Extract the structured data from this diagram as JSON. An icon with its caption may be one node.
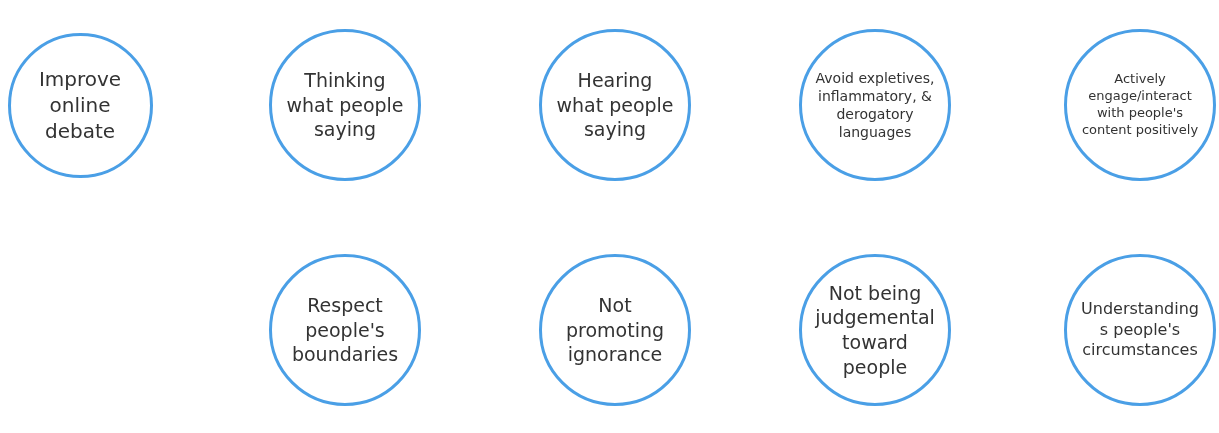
{
  "diagram": {
    "nodes": [
      {
        "text": [
          "Improve online debate"
        ]
      },
      {
        "text": [
          "Thinking what people saying"
        ]
      },
      {
        "text": [
          "Hearing what people saying"
        ]
      },
      {
        "text": [
          "Avoid expletives, inflammatory, & derogatory languages"
        ]
      },
      {
        "text": [
          "Actively engage/interact with people's content positively"
        ]
      },
      {
        "text": [
          "Respect people's boundaries"
        ]
      },
      {
        "text": [
          "Not promoting ignorance"
        ]
      },
      {
        "text": [
          "Not being judgemental toward people"
        ]
      },
      {
        "text": [
          "Understandings people's circumstances"
        ]
      }
    ]
  }
}
